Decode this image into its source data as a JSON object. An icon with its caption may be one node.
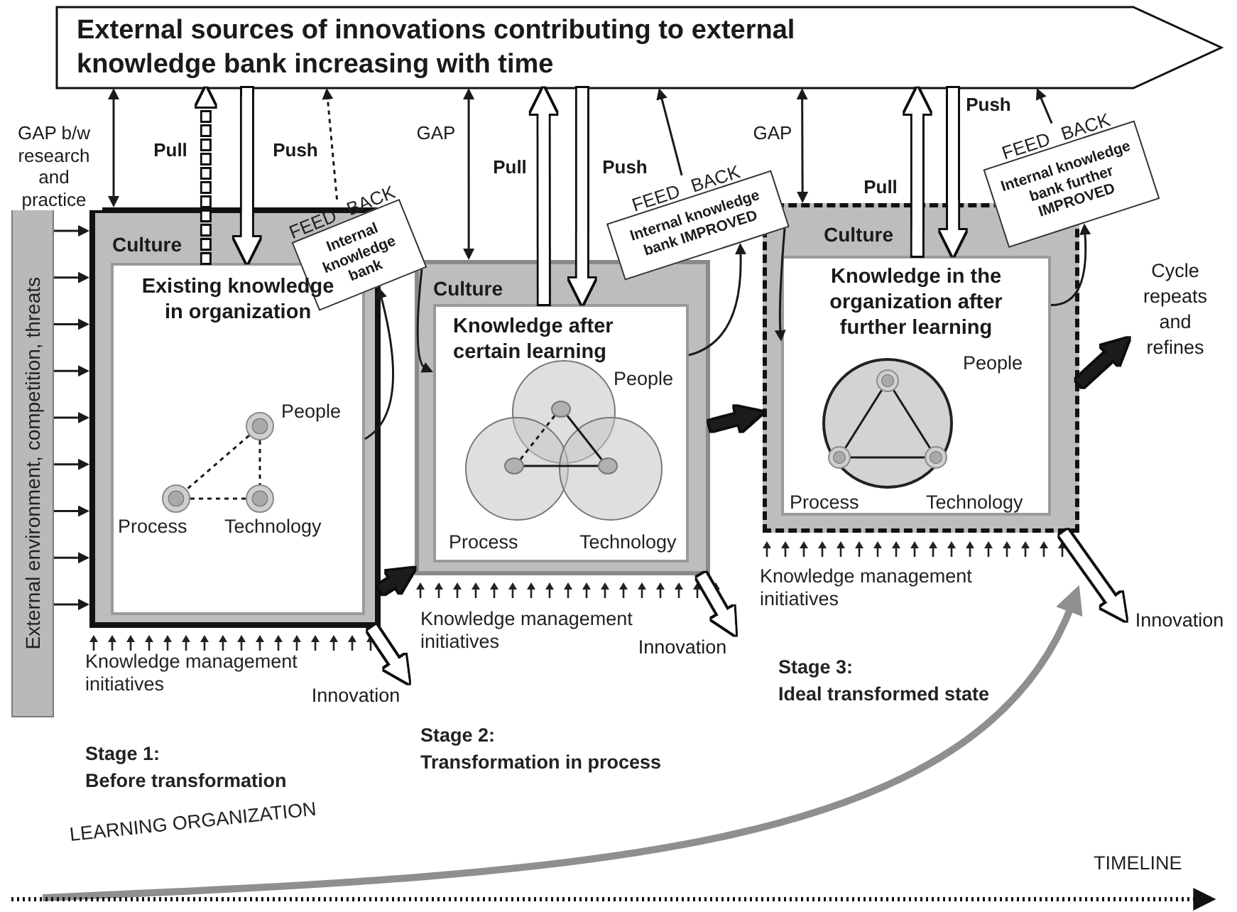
{
  "diagram": {
    "nodes": [
      {
        "text": [
          "External sources of innovations contributing to external knowledge bank increasing with time"
        ]
      },
      {
        "text": [
          "External environment, competition, threats"
        ]
      },
      {
        "text": [
          "Culture"
        ]
      },
      {
        "text": [
          "Existing knowledge in organization"
        ],
        "in": 2
      },
      {
        "text": [],
        "shape": "circle",
        "in": 3,
        "beside": [
          "People"
        ]
      },
      {
        "text": [],
        "shape": "circle",
        "in": 3,
        "beside": [
          "Process"
        ]
      },
      {
        "text": [],
        "shape": "circle",
        "in": 3,
        "beside": [
          "Technology"
        ]
      },
      {
        "text": [
          "FEED",
          "BACK",
          "Internal knowledge bank"
        ]
      },
      {
        "text": [
          "Culture"
        ]
      },
      {
        "text": [
          "Knowledge after certain learning"
        ],
        "in": 8
      },
      {
        "text": [],
        "shape": "circle",
        "in": 9,
        "beside": [
          "People"
        ]
      },
      {
        "text": [],
        "shape": "circle",
        "in": 9,
        "beside": [
          "Process"
        ]
      },
      {
        "text": [],
        "shape": "circle",
        "in": 9,
        "beside": [
          "Technology"
        ]
      },
      {
        "text": [
          "FEED",
          "BACK",
          "Internal knowledge bank IMPROVED"
        ]
      },
      {
        "text": [
          "Culture"
        ]
      },
      {
        "text": [
          "Knowledge in the organization after further learning"
        ],
        "in": 14
      },
      {
        "text": [],
        "shape": "circle",
        "in": 15
      },
      {
        "text": [],
        "shape": "circle",
        "in": 16,
        "beside": [
          "People"
        ]
      },
      {
        "text": [],
        "shape": "circle",
        "in": 16,
        "beside": [
          "Process"
        ]
      },
      {
        "text": [],
        "shape": "circle",
        "in": 16,
        "beside": [
          "Technology"
        ]
      },
      {
        "text": [
          "FEED",
          "BACK",
          "Internal knowledge bank further IMPROVED"
        ]
      },
      {
        "text": [
          "Cycle repeats and refines"
        ]
      },
      {
        "text": [
          "Innovation"
        ]
      },
      {
        "text": [
          "Innovation"
        ]
      },
      {
        "text": [
          "Innovation"
        ]
      }
    ],
    "edges": [
      {
        "from": 0,
        "to": 2,
        "arrow": "both",
        "label": "GAP b/w research and practice"
      },
      {
        "from": 3,
        "to": 0,
        "arrow": "to",
        "label": "Pull",
        "style": "dashed",
        "color": "#ffffff"
      },
      {
        "from": 0,
        "to": 3,
        "arrow": "to",
        "label": "Push",
        "style": "thick",
        "color": "#ffffff"
      },
      {
        "from": 7,
        "to": 0,
        "arrow": "to",
        "style": "dashed"
      },
      {
        "from": 3,
        "to": 7,
        "arrow": "to"
      },
      {
        "from": 7,
        "to": 9,
        "arrow": "to"
      },
      {
        "from": 2,
        "to": 8,
        "arrow": "to",
        "style": "thick"
      },
      {
        "from": 2,
        "to": 22,
        "arrow": "to",
        "style": "thick",
        "color": "#ffffff"
      },
      {
        "from": 0,
        "to": 8,
        "arrow": "both",
        "label": "GAP"
      },
      {
        "from": 9,
        "to": 0,
        "arrow": "to",
        "label": "Pull",
        "style": "thick",
        "color": "#ffffff"
      },
      {
        "from": 0,
        "to": 9,
        "arrow": "to",
        "label": "Push",
        "style": "thick",
        "color": "#ffffff"
      },
      {
        "from": 13,
        "to": 0,
        "arrow": "to"
      },
      {
        "from": 9,
        "to": 13,
        "arrow": "to"
      },
      {
        "from": 13,
        "to": 15,
        "arrow": "to"
      },
      {
        "from": 8,
        "to": 14,
        "arrow": "to",
        "style": "thick"
      },
      {
        "from": 8,
        "to": 23,
        "arrow": "to",
        "style": "thick",
        "color": "#ffffff"
      },
      {
        "from": 0,
        "to": 14,
        "arrow": "both",
        "label": "GAP"
      },
      {
        "from": 15,
        "to": 0,
        "arrow": "to",
        "label": "Pull",
        "style": "thick",
        "color": "#ffffff"
      },
      {
        "from": 0,
        "to": 15,
        "arrow": "to",
        "label": "Push",
        "style": "thick",
        "color": "#ffffff"
      },
      {
        "from": 20,
        "to": 0,
        "arrow": "to"
      },
      {
        "from": 15,
        "to": 20,
        "arrow": "to"
      },
      {
        "from": 14,
        "to": 21,
        "arrow": "to",
        "style": "thick"
      },
      {
        "from": 14,
        "to": 24,
        "arrow": "to",
        "style": "thick",
        "color": "#ffffff"
      },
      {
        "from": 4,
        "to": 5,
        "arrow": "none",
        "style": "dashed"
      },
      {
        "from": 4,
        "to": 6,
        "arrow": "none",
        "style": "dashed"
      },
      {
        "from": 5,
        "to": 6,
        "arrow": "none",
        "style": "dashed"
      },
      {
        "from": 10,
        "to": 11,
        "arrow": "none",
        "style": "dashed"
      },
      {
        "from": 10,
        "to": 12,
        "arrow": "none"
      },
      {
        "from": 11,
        "to": 12,
        "arrow": "none"
      },
      {
        "from": 17,
        "to": 18,
        "arrow": "none"
      },
      {
        "from": 17,
        "to": 19,
        "arrow": "none"
      },
      {
        "from": 18,
        "to": 19,
        "arrow": "none"
      },
      {
        "from": 1,
        "to": 2,
        "arrow": "to"
      },
      {
        "from": 1,
        "to": 2,
        "arrow": "to"
      },
      {
        "from": 1,
        "to": 2,
        "arrow": "to"
      },
      {
        "from": 1,
        "to": 2,
        "arrow": "to"
      },
      {
        "from": 1,
        "to": 2,
        "arrow": "to"
      },
      {
        "from": 1,
        "to": 2,
        "arrow": "to"
      },
      {
        "from": 1,
        "to": 2,
        "arrow": "to"
      },
      {
        "from": 1,
        "to": 2,
        "arrow": "to"
      },
      {
        "from": 1,
        "to": 2,
        "arrow": "to"
      }
    ],
    "labels": [
      "Knowledge management initiatives",
      "Knowledge management initiatives",
      "Knowledge management initiatives",
      "Stage 1:",
      "Before transformation",
      "Stage 2:",
      "Transformation in process",
      "Stage 3:",
      "Ideal transformed state",
      "LEARNING ORGANIZATION",
      "TIMELINE"
    ]
  }
}
